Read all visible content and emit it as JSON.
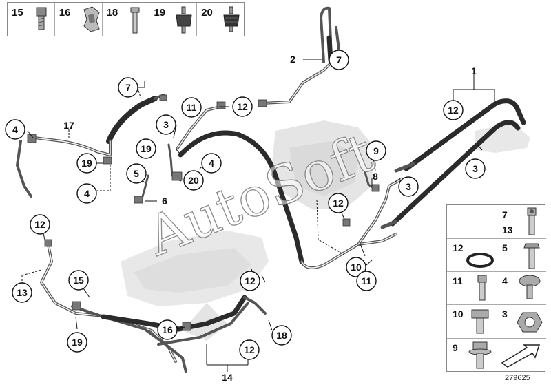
{
  "legend_strip": [
    {
      "number": "15",
      "icon": "bolt-icon"
    },
    {
      "number": "16",
      "icon": "clip-icon"
    },
    {
      "number": "18",
      "icon": "pin-icon"
    },
    {
      "number": "19",
      "icon": "rubber-mount-icon"
    },
    {
      "number": "20",
      "icon": "rubber-mount-icon"
    }
  ],
  "callouts": [
    {
      "id": "c1",
      "label": "1"
    },
    {
      "id": "c2",
      "label": "2"
    },
    {
      "id": "c3a",
      "label": "3"
    },
    {
      "id": "c3b",
      "label": "3"
    },
    {
      "id": "c3c",
      "label": "3"
    },
    {
      "id": "c4a",
      "label": "4"
    },
    {
      "id": "c4b",
      "label": "4"
    },
    {
      "id": "c4c",
      "label": "4"
    },
    {
      "id": "c5",
      "label": "5"
    },
    {
      "id": "c6",
      "label": "6"
    },
    {
      "id": "c7a",
      "label": "7"
    },
    {
      "id": "c7b",
      "label": "7"
    },
    {
      "id": "c8",
      "label": "8"
    },
    {
      "id": "c9",
      "label": "9"
    },
    {
      "id": "c10",
      "label": "10"
    },
    {
      "id": "c11a",
      "label": "11"
    },
    {
      "id": "c11b",
      "label": "11"
    },
    {
      "id": "c12a",
      "label": "12"
    },
    {
      "id": "c12b",
      "label": "12"
    },
    {
      "id": "c12c",
      "label": "12"
    },
    {
      "id": "c12d",
      "label": "12"
    },
    {
      "id": "c12e",
      "label": "12"
    },
    {
      "id": "c12f",
      "label": "12"
    },
    {
      "id": "c13",
      "label": "13"
    },
    {
      "id": "c14",
      "label": "14"
    },
    {
      "id": "c15",
      "label": "15"
    },
    {
      "id": "c16",
      "label": "16"
    },
    {
      "id": "c17",
      "label": "17"
    },
    {
      "id": "c18",
      "label": "18"
    },
    {
      "id": "c19a",
      "label": "19"
    },
    {
      "id": "c19b",
      "label": "19"
    },
    {
      "id": "c19c",
      "label": "19"
    },
    {
      "id": "c20",
      "label": "20"
    }
  ],
  "side_panel": {
    "rows": [
      {
        "left": {
          "numbers": [],
          "icon": ""
        },
        "right": {
          "numbers": [
            "7",
            "13"
          ],
          "icon": "socket-bolt-icon"
        }
      },
      {
        "left": {
          "numbers": [
            "12"
          ],
          "icon": "o-ring-icon"
        },
        "right": {
          "numbers": [
            "5"
          ],
          "icon": "hex-bolt-icon"
        }
      },
      {
        "left": {
          "numbers": [
            "11"
          ],
          "icon": "socket-bolt-icon"
        },
        "right": {
          "numbers": [
            "4"
          ],
          "icon": "clip-nut-icon"
        }
      },
      {
        "left": {
          "numbers": [
            "10"
          ],
          "icon": "hex-bolt-icon"
        },
        "right": {
          "numbers": [
            "3"
          ],
          "icon": "hex-nut-icon"
        }
      },
      {
        "left": {
          "numbers": [
            "9"
          ],
          "icon": "flange-bolt-icon"
        },
        "right": {
          "numbers": [],
          "icon": "arrow-icon"
        }
      }
    ]
  },
  "watermark_text": "AutoSoft",
  "doc_number": "279625"
}
